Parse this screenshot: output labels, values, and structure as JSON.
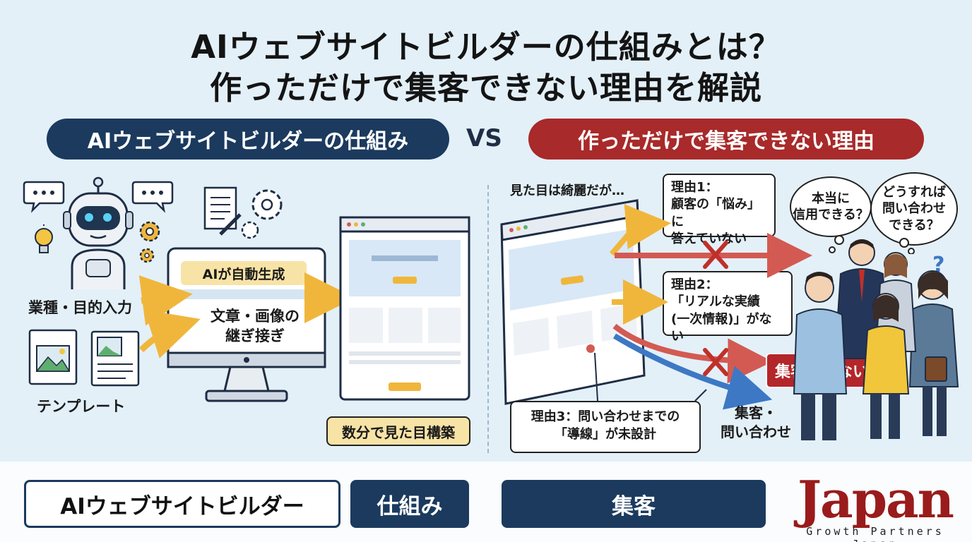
{
  "title": {
    "line1": "AIウェブサイトビルダーの仕組みとは？",
    "line2": "作っただけで集客できない理由を解説"
  },
  "headers": {
    "left": "AIウェブサイトビルダーの仕組み",
    "vs": "VS",
    "right": "作っただけで集客できない理由"
  },
  "left": {
    "input_label": "業種・目的入力",
    "template_label": "テンプレート",
    "ai_generate": "AIが自動生成",
    "stitching_line1": "文章・画像の",
    "stitching_line2": "継ぎ接ぎ",
    "result_label": "数分で見た目構築"
  },
  "right": {
    "looks_label": "見た目は綺麗だが…",
    "reason1_line1": "理由1：",
    "reason1_line2": "顧客の「悩み」に",
    "reason1_line3": "答えていない",
    "reason2_line1": "理由2：",
    "reason2_line2": "「リアルな実績",
    "reason2_line3": "(一次情報)」がない",
    "reason3_line1": "理由3：問い合わせまでの",
    "reason3_line2": "「導線」が未設計",
    "bubble1": "本当に\n信用できる？",
    "bubble2": "どうすれば\n問い合わせ\nできる？",
    "question_mark": "?",
    "no_customers": "集客できない！",
    "goal_line1": "集客・",
    "goal_line2": "問い合わせ"
  },
  "bottom": {
    "tag1": "AIウェブサイトビルダー",
    "tag2": "仕組み",
    "tag3": "集客"
  },
  "logo": {
    "main": "Japan",
    "sub": "Growth Partners Japan"
  },
  "colors": {
    "navy": "#1b3a5e",
    "red": "#a82a2a",
    "arrow_yellow": "#f0b63c",
    "arrow_red": "#d35a52",
    "arrow_blue": "#3d78c4",
    "highlight": "#f8e3a6"
  }
}
